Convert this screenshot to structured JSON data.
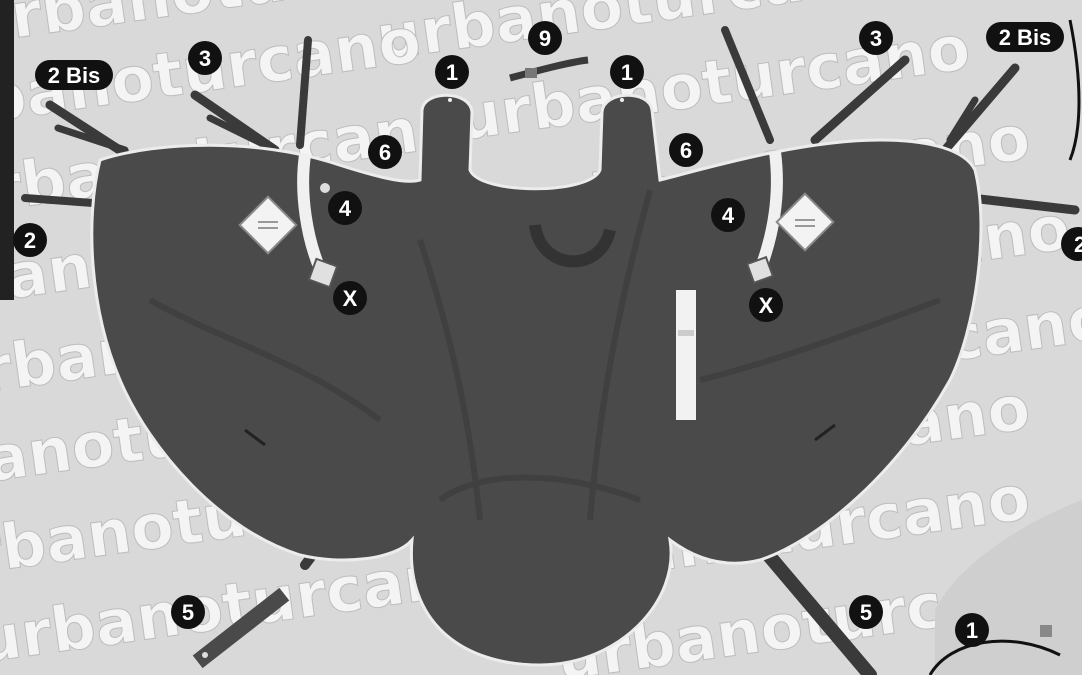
{
  "watermark": {
    "text": "urbanoturcano"
  },
  "callouts": {
    "c1": "1",
    "c2": "2",
    "c2bis": "2 Bis",
    "c3": "3",
    "c4": "4",
    "c5": "5",
    "c6": "6",
    "c9": "9",
    "cx": "X"
  },
  "colors": {
    "background": "#d9d9d9",
    "watermark_letters": "#ffffff",
    "cover_fabric": "#4a4a4a",
    "cover_edge": "#e8e8e8",
    "strap": "#3a3a3a",
    "badge": "#111111"
  }
}
